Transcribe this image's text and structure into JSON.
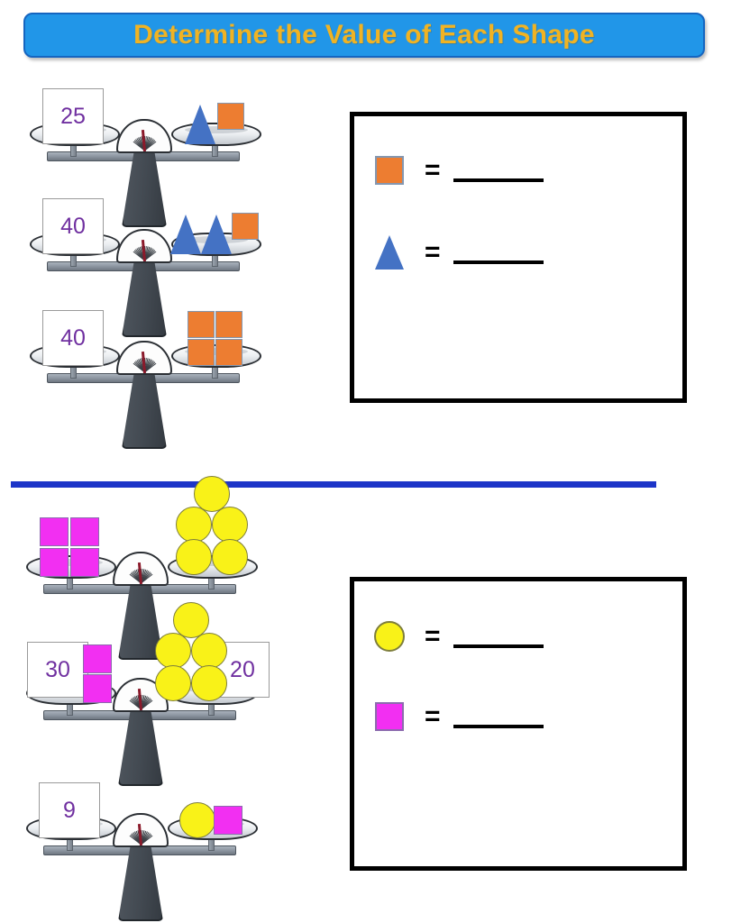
{
  "page": {
    "title": "Determine the Value of Each Shape",
    "background": "#ffffff"
  },
  "colors": {
    "banner_bg": "#2196E8",
    "banner_border": "#1565C0",
    "banner_text": "#F0B323",
    "divider": "#1D35C8",
    "orange_square": "#ED7D31",
    "blue_triangle": "#4472C4",
    "yellow_circle": "#F9F218",
    "magenta_square": "#F22FF2",
    "number_text": "#7030A0",
    "answer_border": "#000000"
  },
  "sections": [
    {
      "id": "section-1",
      "scales": [
        {
          "id": "scale-1",
          "left": {
            "type": "number-card",
            "value": "25"
          },
          "right": {
            "shapes": [
              {
                "icon": "blue-triangle-shape",
                "count": 1
              },
              {
                "icon": "orange-square-shape",
                "count": 1
              }
            ]
          }
        },
        {
          "id": "scale-2",
          "left": {
            "type": "number-card",
            "value": "40"
          },
          "right": {
            "shapes": [
              {
                "icon": "blue-triangle-shape",
                "count": 2
              },
              {
                "icon": "orange-square-shape",
                "count": 1
              }
            ]
          }
        },
        {
          "id": "scale-3",
          "left": {
            "type": "number-card",
            "value": "40"
          },
          "right": {
            "shapes": [
              {
                "icon": "orange-square-shape",
                "count": 4
              }
            ]
          }
        }
      ],
      "answer_box": {
        "rows": [
          {
            "icon": "orange-square-shape",
            "equals": "=",
            "answer": ""
          },
          {
            "icon": "blue-triangle-shape",
            "equals": "=",
            "answer": ""
          }
        ]
      }
    },
    {
      "id": "section-2",
      "scales": [
        {
          "id": "scale-4",
          "left": {
            "shapes": [
              {
                "icon": "magenta-square-shape",
                "count": 4
              }
            ]
          },
          "right": {
            "shapes": [
              {
                "icon": "yellow-circle-shape",
                "count": 5
              }
            ]
          }
        },
        {
          "id": "scale-5",
          "left": {
            "type": "number-card",
            "value": "30",
            "shapes": [
              {
                "icon": "magenta-square-shape",
                "count": 2
              }
            ]
          },
          "right": {
            "type": "number-card",
            "value": "20",
            "shapes": [
              {
                "icon": "yellow-circle-shape",
                "count": 5
              }
            ]
          }
        },
        {
          "id": "scale-6",
          "left": {
            "type": "number-card",
            "value": "9"
          },
          "right": {
            "shapes": [
              {
                "icon": "yellow-circle-shape",
                "count": 1
              },
              {
                "icon": "magenta-square-shape",
                "count": 1
              }
            ]
          }
        }
      ],
      "answer_box": {
        "rows": [
          {
            "icon": "yellow-circle-shape",
            "equals": "=",
            "answer": ""
          },
          {
            "icon": "magenta-square-shape",
            "equals": "=",
            "answer": ""
          }
        ]
      }
    }
  ],
  "labels": {
    "card_25": "25",
    "card_40a": "40",
    "card_40b": "40",
    "card_30": "30",
    "card_20": "20",
    "card_9": "9",
    "equals": "="
  }
}
